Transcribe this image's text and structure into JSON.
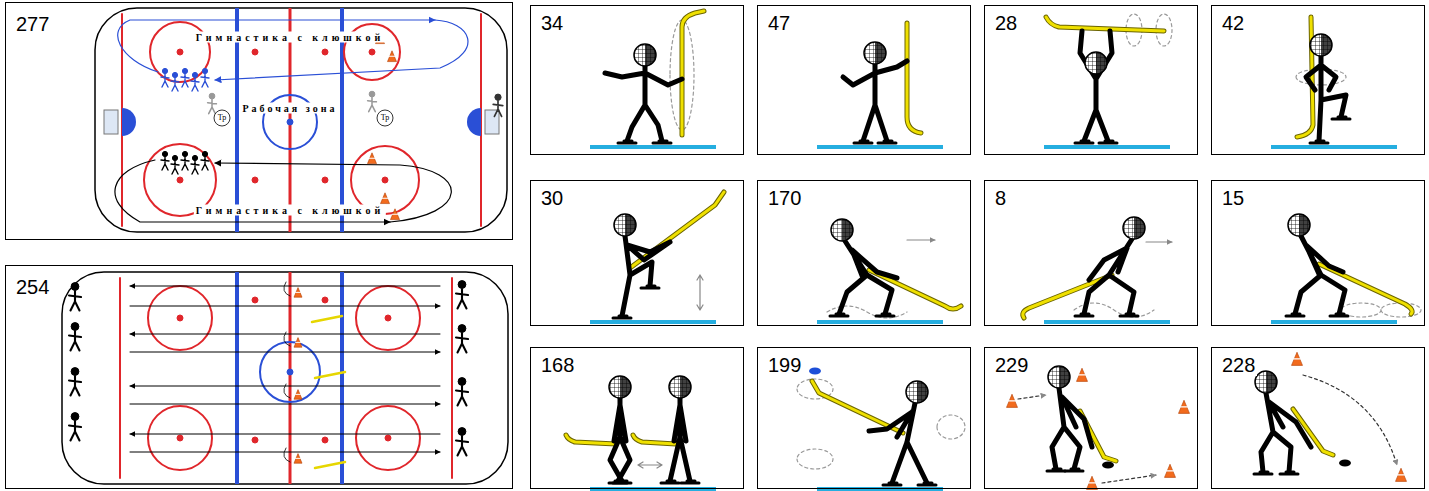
{
  "diagram": {
    "nodes": [
      {
        "text": [
          "277"
        ]
      },
      {
        "text": [
          "254"
        ]
      },
      {
        "text": [
          "34"
        ]
      },
      {
        "text": [
          "47"
        ]
      },
      {
        "text": [
          "28"
        ]
      },
      {
        "text": [
          "42"
        ]
      },
      {
        "text": [
          "30"
        ]
      },
      {
        "text": [
          "170"
        ]
      },
      {
        "text": [
          "8"
        ]
      },
      {
        "text": [
          "15"
        ]
      },
      {
        "text": [
          "168"
        ]
      },
      {
        "text": [
          "199"
        ]
      },
      {
        "text": [
          "229"
        ]
      },
      {
        "text": [
          "228"
        ]
      }
    ],
    "labels": [
      "Гимнастика с клюшкой",
      "Рабочая зона",
      "Тр",
      "Тр",
      "Гимнастика с клюшкой"
    ]
  }
}
